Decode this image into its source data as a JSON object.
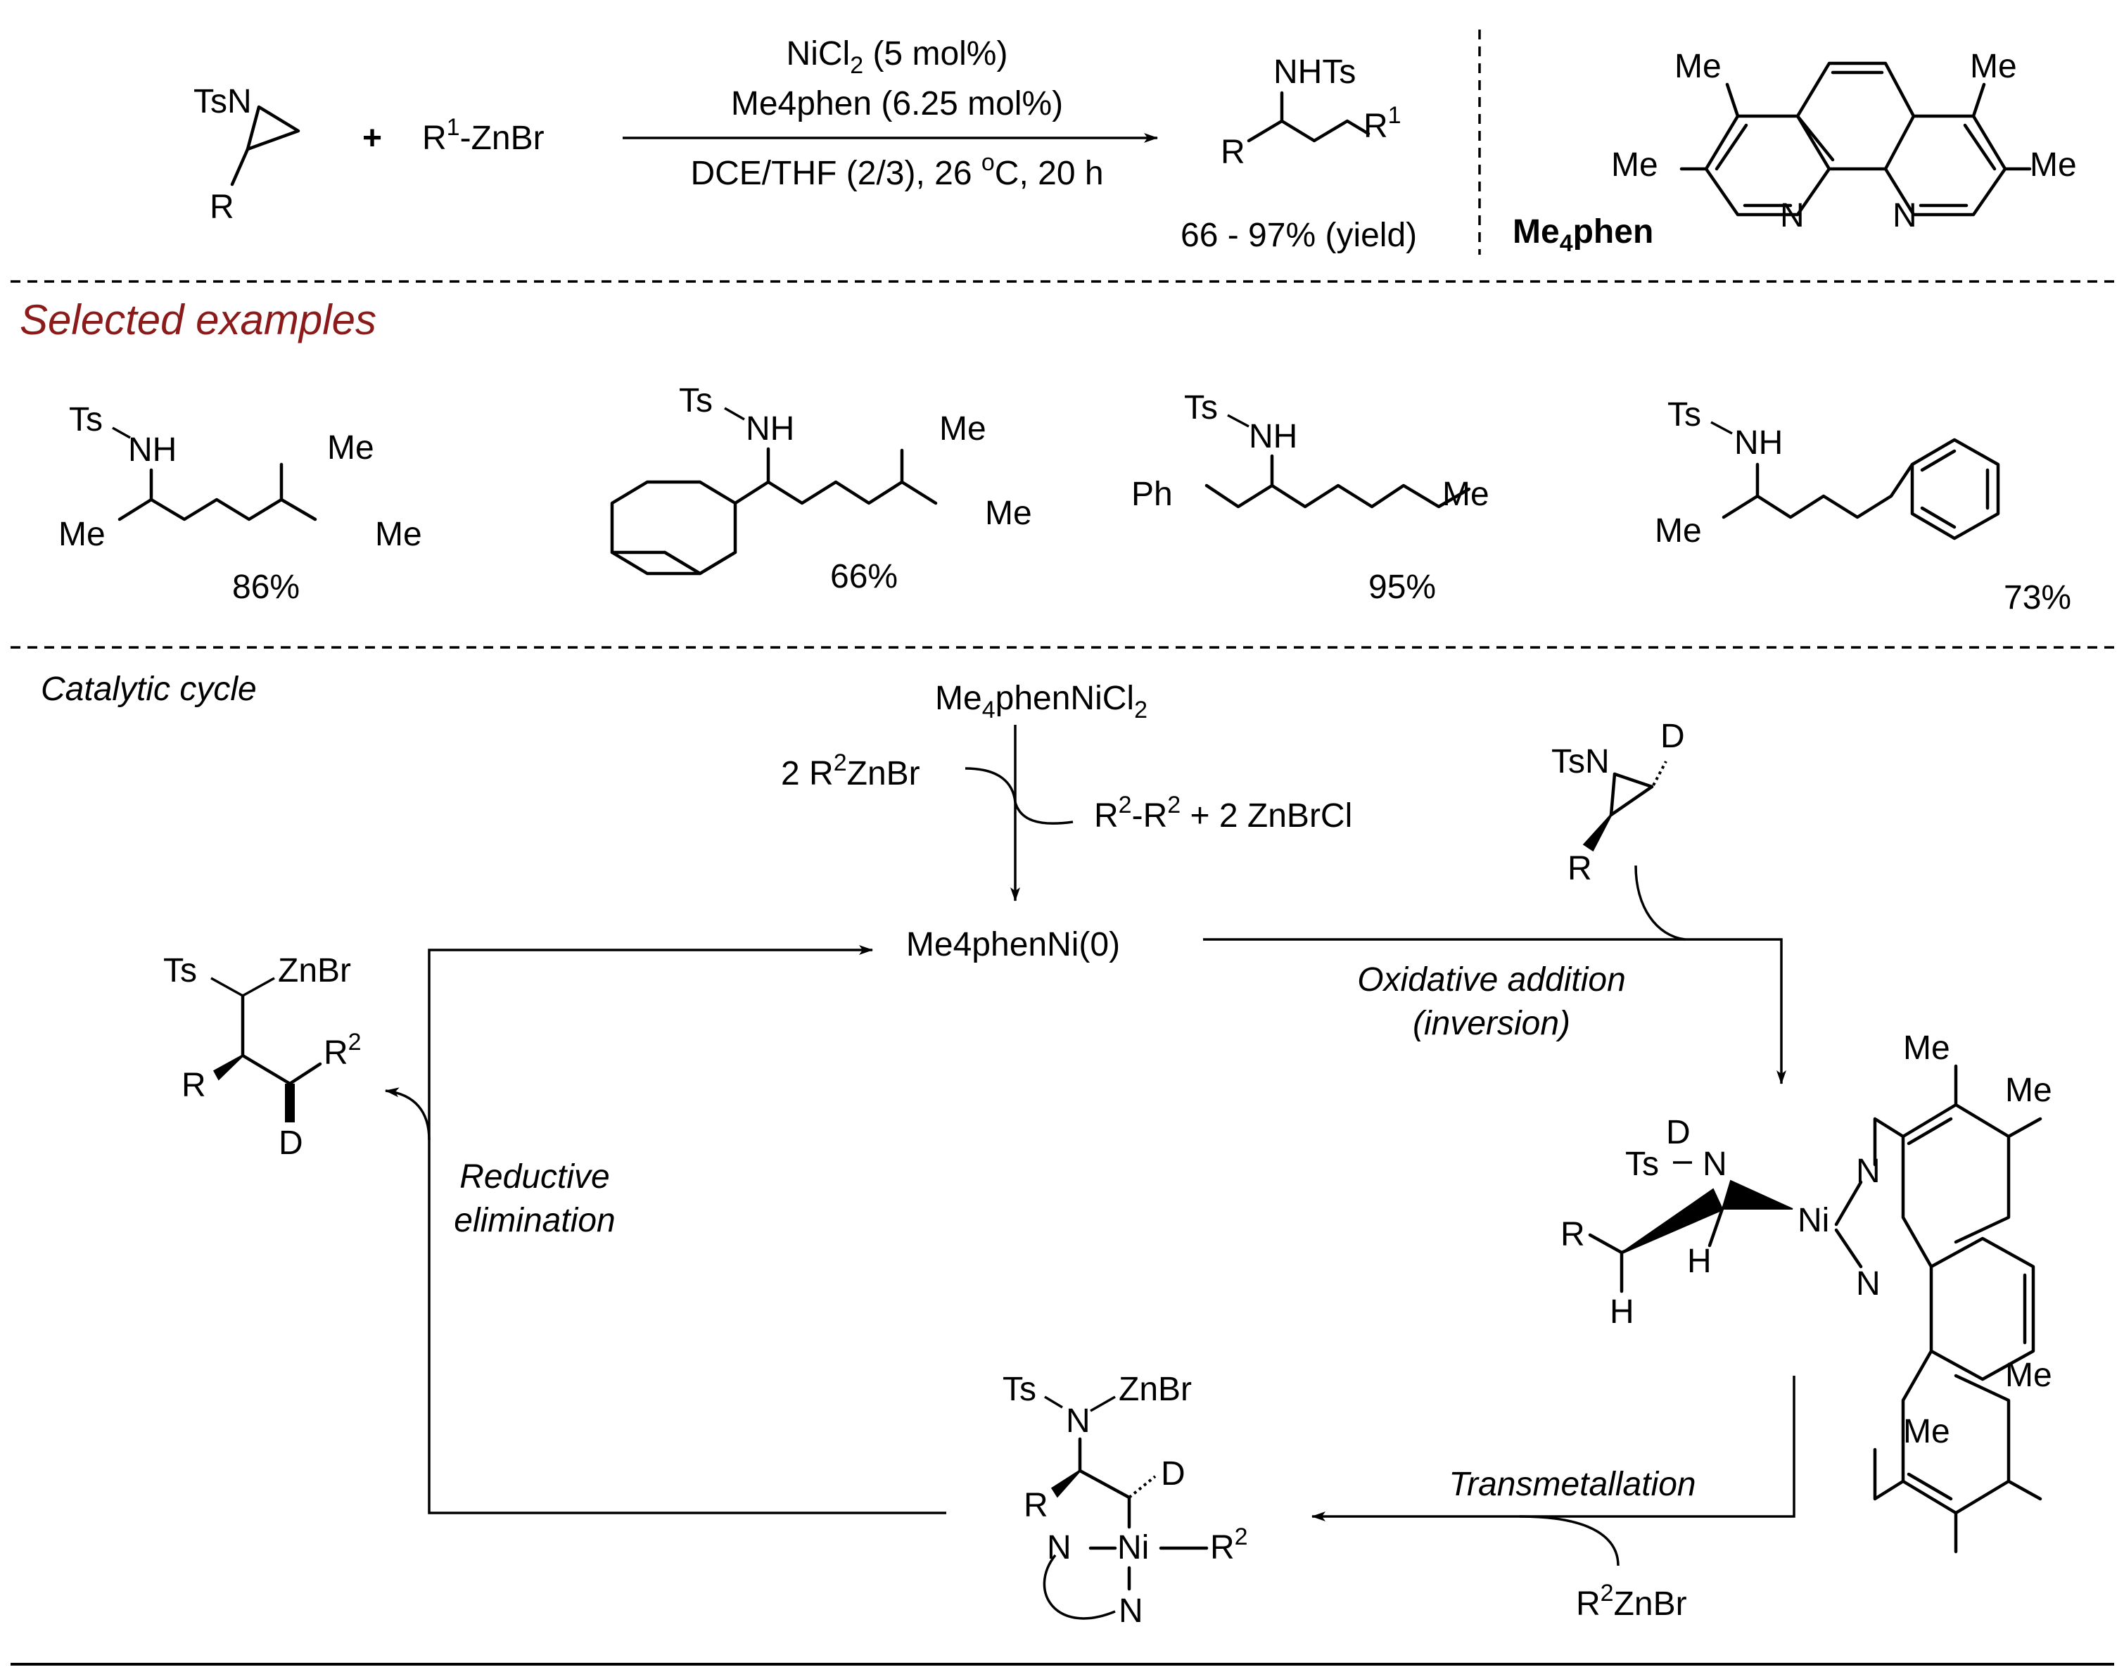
{
  "reaction": {
    "reactant_ring_n": "TsN",
    "reactant_r": "R",
    "plus": "+",
    "reagent_r": "R",
    "reagent_r_sup": "1",
    "reagent_rest": "-ZnBr",
    "cond1_main": "NiCl",
    "cond1_sub": "2",
    "cond1_rest": " (5 mol%)",
    "cond2": "Me4phen (6.25 mol%)",
    "cond3_a": "DCE/THF (2/3), 26 ",
    "cond3_sup": "o",
    "cond3_b": "C, 20 h",
    "product_nhts": "NHTs",
    "product_r": "R",
    "product_r1": "R",
    "product_r1_sup": "1",
    "yield_range": "66 - 97% (yield)"
  },
  "ligand": {
    "me": "Me",
    "n": "N",
    "name_a": "Me",
    "name_sub": "4",
    "name_b": "phen"
  },
  "examples": {
    "heading": "Selected examples",
    "ts": "Ts",
    "nh": "NH",
    "me": "Me",
    "ph": "Ph",
    "yields": [
      "86%",
      "66%",
      "95%",
      "73%"
    ]
  },
  "cycle": {
    "heading": "Catalytic cycle",
    "precatalyst_a": "Me",
    "precatalyst_sub": "4",
    "precatalyst_b": "phenNiCl",
    "precatalyst_sub2": "2",
    "reductant_a": "2 R",
    "reductant_sup": "2",
    "reductant_b": "ZnBr",
    "byproduct_r_a": "R",
    "byproduct_sup_a": "2",
    "byproduct_r_b": "-R",
    "byproduct_sup_b": "2",
    "byproduct_c": "  + 2 ZnBrCl",
    "ni0": "Me4phenNi(0)",
    "aziridine_n": "TsN",
    "aziridine_d": "D",
    "aziridine_r": "R",
    "oxadd_1": "Oxidative addition",
    "oxadd_2": "(inversion)",
    "complex_d": "D",
    "complex_ts": "Ts",
    "complex_n": "N",
    "complex_ni": "Ni",
    "complex_r": "R",
    "complex_h": "H",
    "transmet": "Transmetallation",
    "transmet_reagent_a": "R",
    "transmet_reagent_sup": "2",
    "transmet_reagent_b": "ZnBr",
    "int_ts": "Ts",
    "int_n": "N",
    "int_znbr": "ZnBr",
    "int_r": "R",
    "int_d": "D",
    "int_ni": "Ni",
    "int_r2": "R",
    "int_r2_sup": "2",
    "redel_1": "Reductive",
    "redel_2": "elimination",
    "prod_ts": "Ts",
    "prod_znbr": "ZnBr",
    "prod_r": "R",
    "prod_r2": "R",
    "prod_r2_sup": "2",
    "prod_d": "D"
  }
}
